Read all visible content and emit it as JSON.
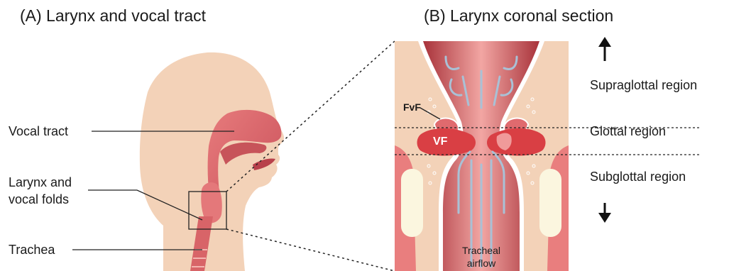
{
  "panels": {
    "a_title": "(A) Larynx and vocal tract",
    "b_title": "(B) Larynx coronal section"
  },
  "labels_a": {
    "vocal_tract": "Vocal tract",
    "larynx_line1": "Larynx and",
    "larynx_line2": "vocal folds",
    "trachea": "Trachea"
  },
  "labels_b": {
    "fvf": "FvF",
    "vf": "VF",
    "airflow_line1": "Tracheal",
    "airflow_line2": "airflow",
    "supraglottal": "Supraglottal region",
    "glottal": "Glottal region",
    "subglottal": "Subglottal region"
  },
  "colors": {
    "skin": "#f3d2b8",
    "tissue": "#e06a6e",
    "tissue_dark": "#b9464c",
    "vocal_fold": "#d93f44",
    "cartilage": "#fbf6df",
    "flow_arrows": "#a9c1d6"
  }
}
